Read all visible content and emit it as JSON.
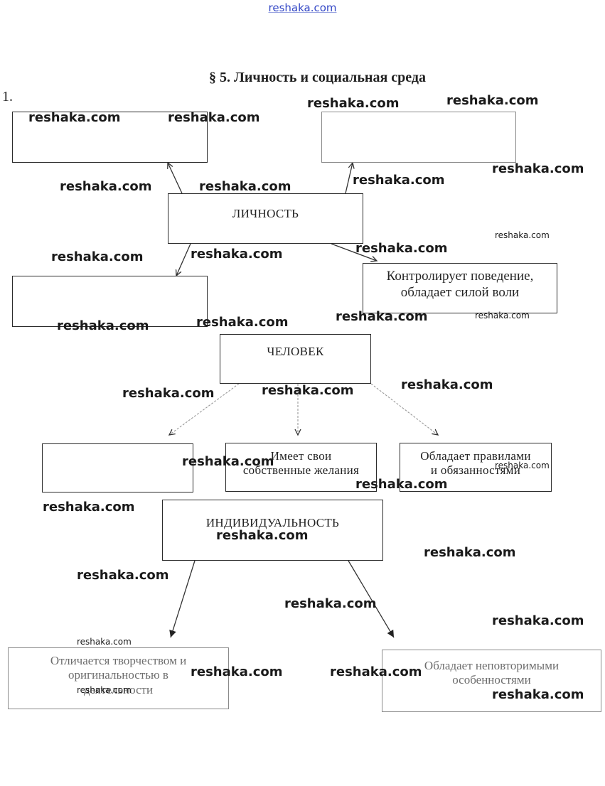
{
  "site_header": "reshaka.com",
  "section_title": "§ 5. Личность и социальная среда",
  "task_number": "1.",
  "diagram": {
    "personality": {
      "label": "ЛИЧНОСТЬ",
      "top_left_box": "",
      "top_right_box": "",
      "bottom_left_box": "",
      "bottom_right_box": "Контролирует поведение,\nобладает силой воли"
    },
    "human": {
      "label": "ЧЕЛОВЕК",
      "left_box": "",
      "middle_box": "Имеет свои\nсобственные желания",
      "right_box": "Обладает правилами\nи обязанностями"
    },
    "individuality": {
      "label": "ИНДИВИДУАЛЬНОСТЬ",
      "left_box": "Отличается творчеством и\nоригинальностью в\nдеятельности",
      "right_box": "Обладает неповторимыми\nособенностями"
    }
  },
  "watermark_text": "reshaka.com"
}
